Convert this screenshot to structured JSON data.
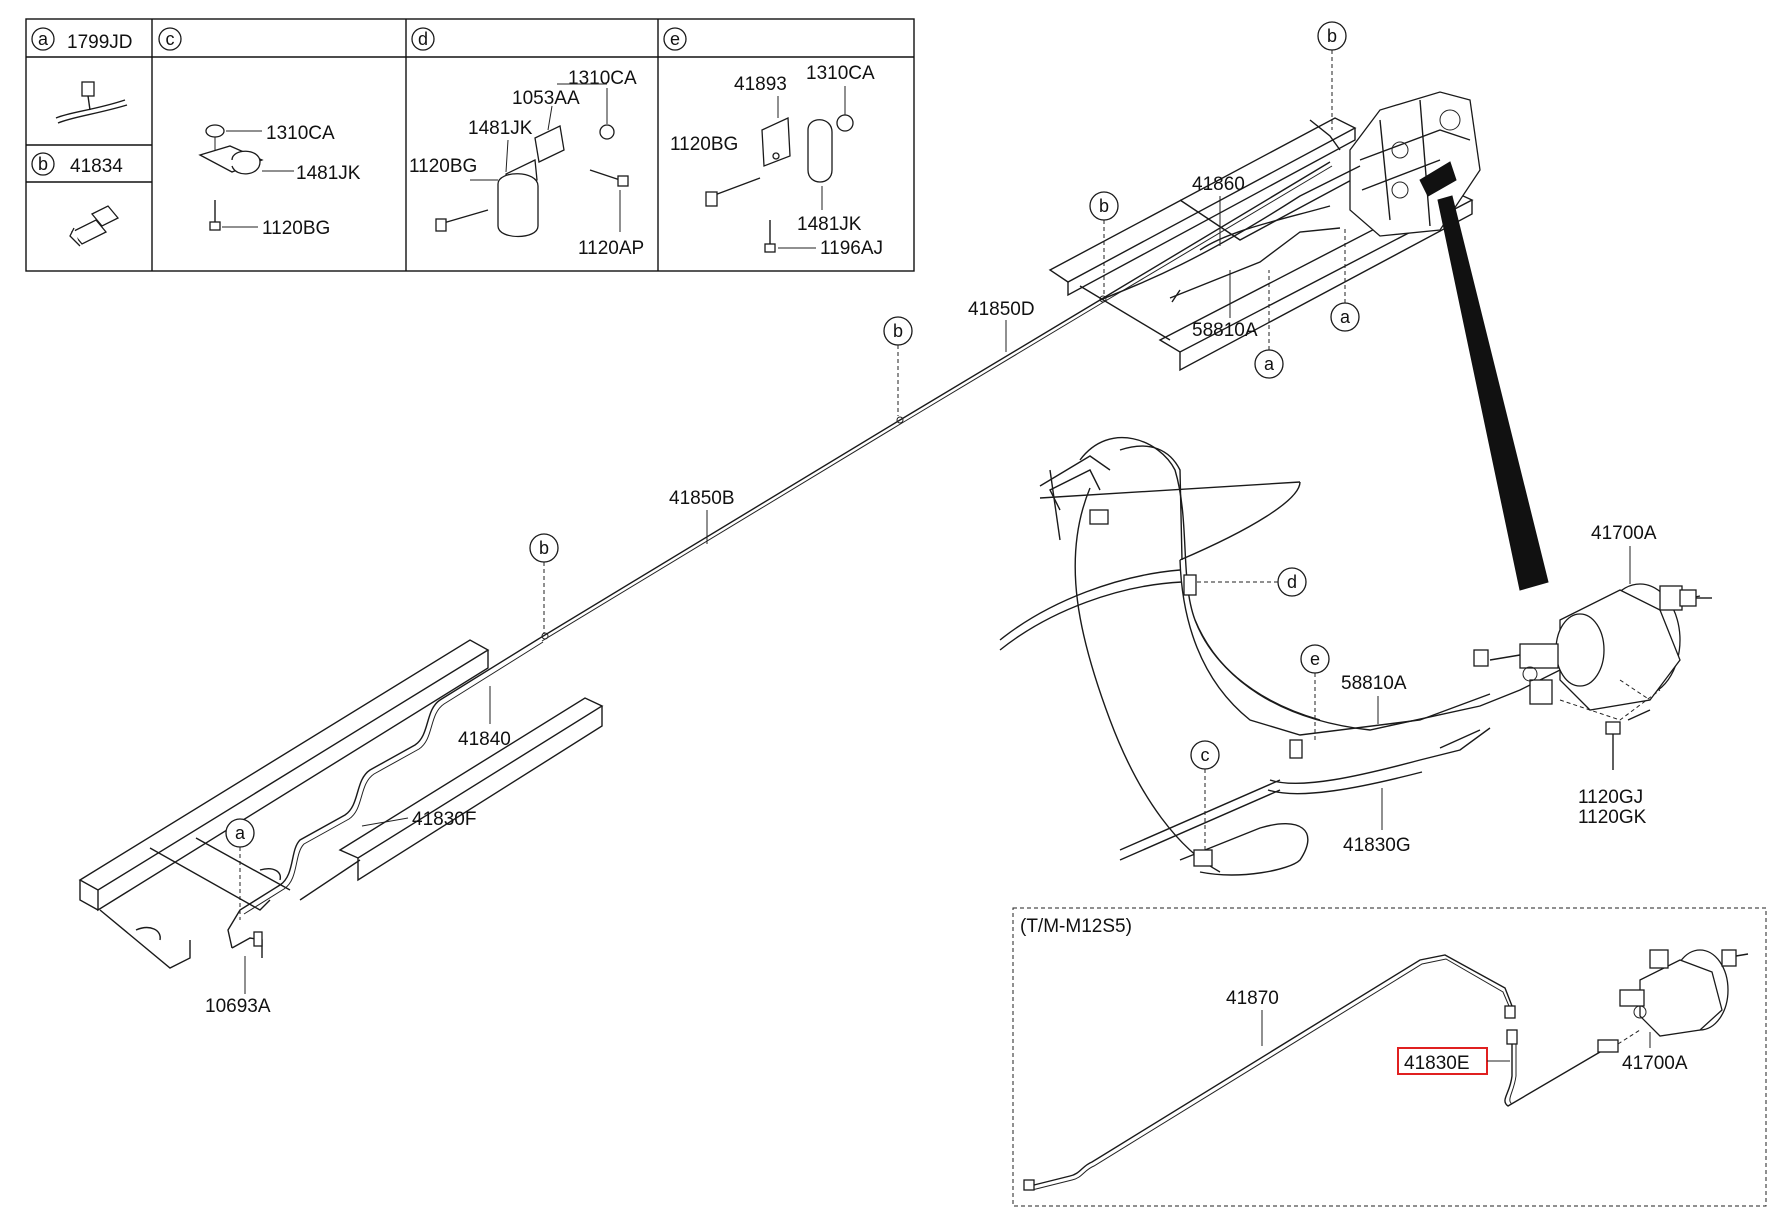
{
  "legend": {
    "a": {
      "letter": "a",
      "part": "1799JD"
    },
    "b": {
      "letter": "b",
      "part": "41834"
    },
    "c": {
      "letter": "c",
      "parts": [
        "1310CA",
        "1481JK",
        "1120BG"
      ]
    },
    "d": {
      "letter": "d",
      "parts": [
        "1310CA",
        "1053AA",
        "1481JK",
        "1120BG",
        "1120AP"
      ]
    },
    "e": {
      "letter": "e",
      "parts": [
        "41893",
        "1310CA",
        "1120BG",
        "1481JK",
        "1196AJ"
      ]
    }
  },
  "main_labels": {
    "p41860": "41860",
    "p41850D": "41850D",
    "p58810A_top": "58810A",
    "p41850B": "41850B",
    "p41840": "41840",
    "p41830F": "41830F",
    "p10693A": "10693A",
    "p41700A": "41700A",
    "p58810A_mid": "58810A",
    "p1120GJ": "1120GJ",
    "p1120GK": "1120GK",
    "p41830G": "41830G"
  },
  "callouts": {
    "b": "b",
    "a": "a",
    "c": "c",
    "d": "d",
    "e": "e"
  },
  "inset": {
    "title": "(T/M-M12S5)",
    "p41870": "41870",
    "p41830E": "41830E",
    "p41700A": "41700A"
  },
  "colors": {
    "highlight": "#e02020",
    "line": "#1a1a1a"
  }
}
